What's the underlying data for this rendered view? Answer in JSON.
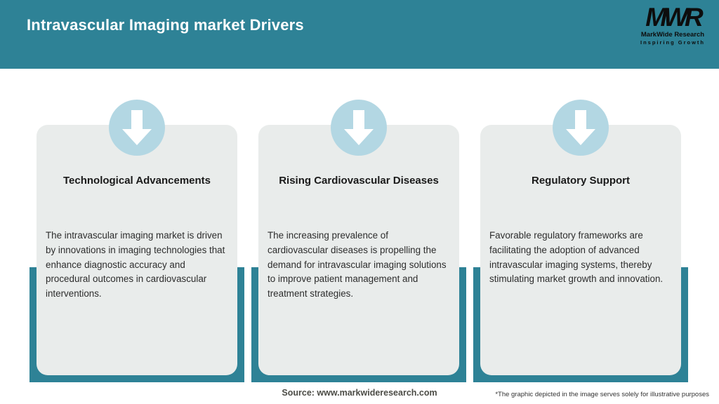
{
  "header": {
    "title": "Intravascular Imaging market Drivers"
  },
  "logo": {
    "acronym": "MWR",
    "name": "MarkWide Research",
    "tagline": "Inspiring Growth"
  },
  "cards": [
    {
      "icon": "down-arrow-icon",
      "title": "Technological Advancements",
      "description": "The intravascular imaging market is driven by innovations in imaging technologies that enhance diagnostic accuracy and procedural outcomes in cardiovascular interventions."
    },
    {
      "icon": "down-arrow-icon",
      "title": "Rising Cardiovascular Diseases",
      "description": "The increasing prevalence of cardiovascular diseases is propelling the demand for intravascular imaging solutions to improve patient management and treatment strategies."
    },
    {
      "icon": "down-arrow-icon",
      "title": "Regulatory Support",
      "description": "Favorable regulatory frameworks are facilitating the adoption of advanced intravascular imaging systems, thereby stimulating market growth and innovation."
    }
  ],
  "footer": {
    "source": "Source: www.markwideresearch.com",
    "disclaimer": "*The graphic depicted in the image serves solely for illustrative purposes"
  },
  "colors": {
    "teal": "#2e8296",
    "card_bg": "#e9eceb",
    "arrow_circle": "#b3d7e3",
    "header_text": "#ffffff",
    "title_text": "#1a1a1a",
    "body_text": "#2d2d2d"
  }
}
